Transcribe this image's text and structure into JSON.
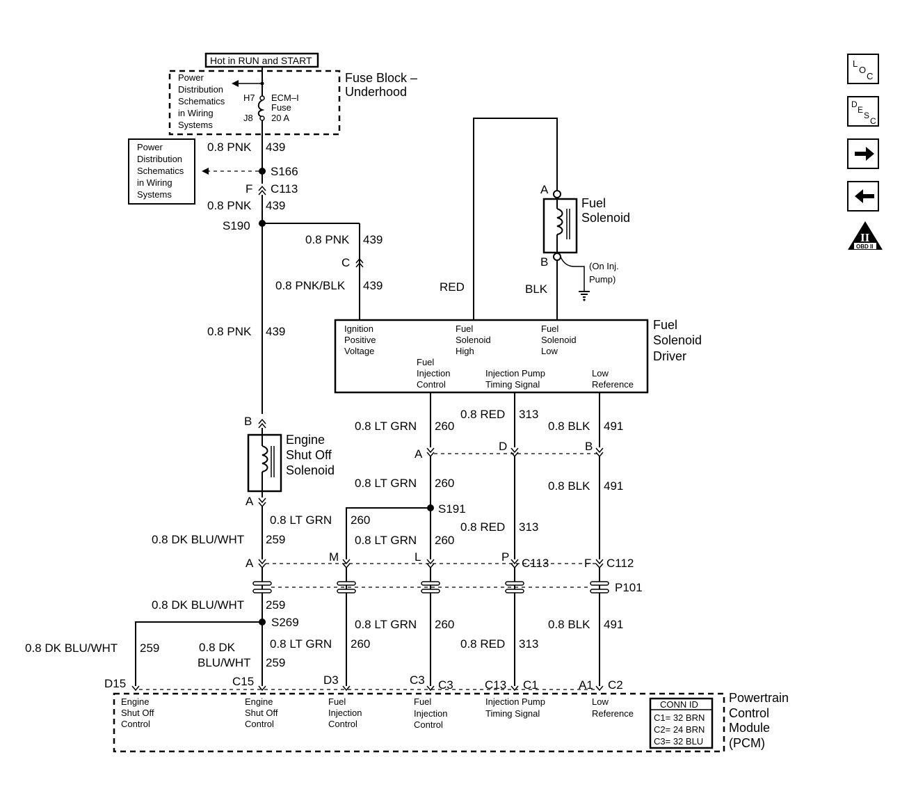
{
  "header": {
    "hot_label": "Hot in RUN and START"
  },
  "fuse_block": {
    "title_line1": "Fuse Block –",
    "title_line2": "Underhood",
    "cavity_top": "H7",
    "cavity_bottom": "J8",
    "fuse_name": "ECM–I",
    "fuse_word": "Fuse",
    "fuse_rating": "20 A"
  },
  "power_ref": [
    "Power",
    "Distribution",
    "Schematics",
    "in Wiring",
    "Systems"
  ],
  "wires": {
    "pnk": "0.8 PNK",
    "pnk_circuit": "439",
    "pnk_blk": "0.8 PNK/BLK",
    "ltgrn": "0.8 LT GRN",
    "ltgrn_circuit": "260",
    "red": "0.8 RED",
    "red_circuit": "313",
    "blk": "0.8 BLK",
    "blk_circuit": "491",
    "dkblu": "0.8 DK BLU/WHT",
    "dkblu_circuit": "259",
    "dkblu_split_1": "0.8 DK",
    "dkblu_split_2": "BLU/WHT",
    "red_plain": "RED",
    "blk_plain": "BLK"
  },
  "splices": {
    "s166": "S166",
    "s190": "S190",
    "s191": "S191",
    "s269": "S269"
  },
  "connectors": {
    "c113": "C113",
    "c112": "C112",
    "p101": "P101",
    "F": "F",
    "C": "C",
    "A": "A",
    "B": "B",
    "D": "D",
    "M": "M",
    "L": "L",
    "P": "P"
  },
  "fuel_solenoid": {
    "line1": "Fuel",
    "line2": "Solenoid",
    "ground_note_1": "(On Inj.",
    "ground_note_2": "Pump)"
  },
  "engine_shutoff": {
    "line1": "Engine",
    "line2": "Shut Off",
    "line3": "Solenoid"
  },
  "driver": {
    "title": [
      "Fuel",
      "Solenoid",
      "Driver"
    ],
    "ignition": [
      "Ignition",
      "Positive",
      "Voltage"
    ],
    "sol_high": [
      "Fuel",
      "Solenoid",
      "High"
    ],
    "sol_low": [
      "Fuel",
      "Solenoid",
      "Low"
    ],
    "inj_control": [
      "Fuel",
      "Injection",
      "Control"
    ],
    "timing": [
      "Injection Pump",
      "Timing Signal"
    ],
    "low_ref": [
      "Low",
      "Reference"
    ]
  },
  "pcm": {
    "title": [
      "Powertrain",
      "Control",
      "Module",
      "(PCM)"
    ],
    "pins": {
      "d15": "D15",
      "c15": "C15",
      "d3": "D3",
      "c3a": "C3",
      "c3b": "C3",
      "c13": "C13",
      "c1": "C1",
      "a1": "A1",
      "c2": "C2"
    },
    "labels": {
      "eso1": [
        "Engine",
        "Shut Off",
        "Control"
      ],
      "eso2": [
        "Engine",
        "Shut Off",
        "Control"
      ],
      "fic1": [
        "Fuel",
        "Injection",
        "Control"
      ],
      "fic2": [
        "Fuel",
        "Injection",
        "Control"
      ],
      "timing": [
        "Injection Pump",
        "Timing Signal"
      ],
      "lowref": [
        "Low",
        "Reference"
      ]
    },
    "conn_id": {
      "title": "CONN ID",
      "rows": [
        "C1= 32 BRN",
        "C2= 24 BRN",
        "C3= 32 BLU"
      ]
    }
  },
  "nav": {
    "loc": {
      "L": "L",
      "O": "O",
      "C": "C"
    },
    "desc": {
      "D": "D",
      "E": "E",
      "S": "S",
      "C": "C"
    },
    "obd": {
      "numeral": "II",
      "text": "OBD II"
    }
  }
}
